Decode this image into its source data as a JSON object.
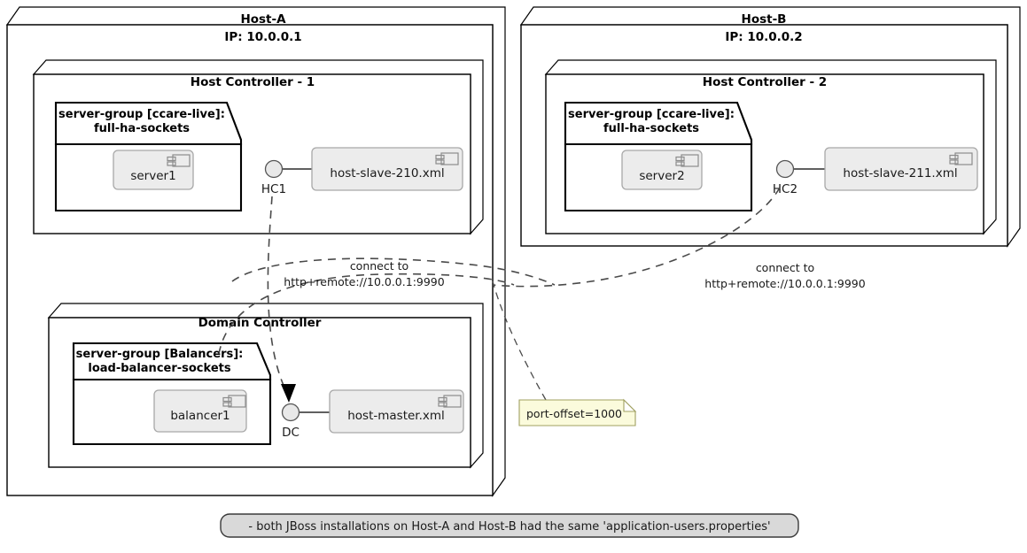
{
  "diagram": {
    "kind": "uml-deployment-diagram",
    "title": "JBoss EAP Domain topology"
  },
  "hosts": [
    {
      "id": "host-a",
      "name": "Host-A",
      "ip_label": "IP: 10.0.0.1",
      "controllers": [
        {
          "id": "host-controller-1",
          "title": "Host Controller - 1",
          "package": {
            "title_line1": "server-group [ccare-live]:",
            "title_line2": "full-ha-sockets",
            "components": [
              {
                "label": "server1",
                "icon": "component-icon"
              }
            ]
          },
          "interface": {
            "name": "HC1"
          },
          "artifact": {
            "label": "host-slave-210.xml",
            "icon": "component-icon"
          }
        },
        {
          "id": "domain-controller",
          "title": "Domain Controller",
          "package": {
            "title_line1": "server-group [Balancers]:",
            "title_line2": "load-balancer-sockets",
            "components": [
              {
                "label": "balancer1",
                "icon": "component-icon"
              }
            ]
          },
          "interface": {
            "name": "DC"
          },
          "artifact": {
            "label": "host-master.xml",
            "icon": "component-icon"
          }
        }
      ]
    },
    {
      "id": "host-b",
      "name": "Host-B",
      "ip_label": "IP: 10.0.0.2",
      "controllers": [
        {
          "id": "host-controller-2",
          "title": "Host Controller - 2",
          "package": {
            "title_line1": "server-group [ccare-live]:",
            "title_line2": "full-ha-sockets",
            "components": [
              {
                "label": "server2",
                "icon": "component-icon"
              }
            ]
          },
          "interface": {
            "name": "HC2"
          },
          "artifact": {
            "label": "host-slave-211.xml",
            "icon": "component-icon"
          }
        }
      ]
    }
  ],
  "connections": [
    {
      "id": "hc1-to-dc",
      "from": "HC1",
      "to": "DC",
      "label_line1": "connect to",
      "label_line2": "http+remote://10.0.0.1:9990"
    },
    {
      "id": "hc2-to-dc",
      "from": "HC2",
      "to": "DC",
      "label_line1": "connect to",
      "label_line2": "http+remote://10.0.0.1:9990"
    }
  ],
  "notes": [
    {
      "id": "port-offset-note",
      "text": "port-offset=1000"
    }
  ],
  "legend": {
    "text": "- both JBoss installations on Host-A and Host-B had the same 'application-users.properties'"
  },
  "colors": {
    "canvas": "#ffffff",
    "stroke": "#000000",
    "artifact_fill": "#ececec",
    "note_fill": "#fbfbdc",
    "legend_fill": "#d9d9d9",
    "dashed_stroke": "#4a4a4a"
  }
}
